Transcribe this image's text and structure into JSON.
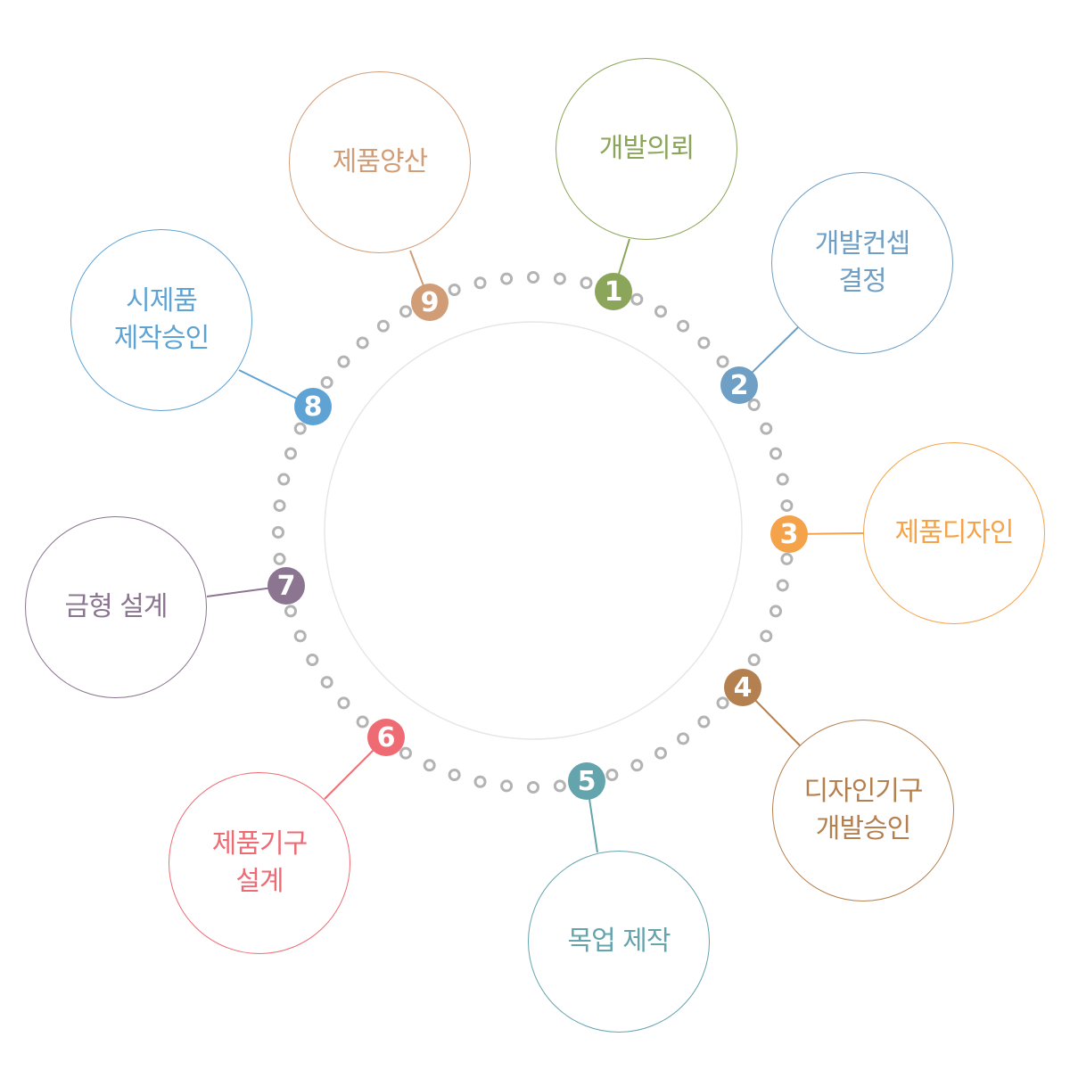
{
  "steps": [
    {
      "number": "1",
      "label": "개발의뢰",
      "color": "#8ba55a"
    },
    {
      "number": "2",
      "label": "개발컨셉\n결정",
      "color": "#6f9fc4"
    },
    {
      "number": "3",
      "label": "제품디자인",
      "color": "#f4a34a"
    },
    {
      "number": "4",
      "label": "디자인기구\n개발승인",
      "color": "#b5804f"
    },
    {
      "number": "5",
      "label": "목업 제작",
      "color": "#64a4ad"
    },
    {
      "number": "6",
      "label": "제품기구\n설계",
      "color": "#ee6b74"
    },
    {
      "number": "7",
      "label": "금형 설계",
      "color": "#8b7590"
    },
    {
      "number": "8",
      "label": "시제품\n제작승인",
      "color": "#5ea3d4"
    },
    {
      "number": "9",
      "label": "제품양산",
      "color": "#d19d77"
    }
  ],
  "dot_color": "#b3b3b3",
  "inner_ring_color": "#e6e6e6"
}
